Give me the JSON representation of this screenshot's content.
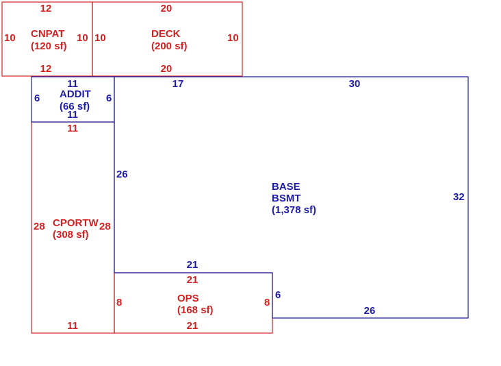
{
  "colors": {
    "red": "#d42020",
    "blue": "#1c1ca8"
  },
  "areas": {
    "cnpat": {
      "name": "CNPAT",
      "area": "(120 sf)"
    },
    "deck": {
      "name": "DECK",
      "area": "(200 sf)"
    },
    "addit": {
      "name": "ADDIT",
      "area": "(66 sf)"
    },
    "cportw": {
      "name": "CPORTW",
      "area": "(308 sf)"
    },
    "base": {
      "name": "BASE",
      "name2": "BSMT",
      "area": "(1,378 sf)"
    },
    "ops": {
      "name": "OPS",
      "area": "(168 sf)"
    }
  },
  "dims": {
    "cnpat_top": "12",
    "cnpat_bottom": "12",
    "cnpat_left": "10",
    "cnpat_right": "10",
    "deck_top": "20",
    "deck_bottom": "20",
    "deck_left": "10",
    "deck_right": "10",
    "addit_top": "11",
    "addit_bottom": "11",
    "addit_left": "6",
    "addit_right": "6",
    "cportw_top": "11",
    "cportw_bottom": "11",
    "cportw_left": "28",
    "cportw_right": "28",
    "base_top_a": "17",
    "base_top_b": "30",
    "base_left": "26",
    "base_right": "32",
    "base_inner": "21",
    "base_notch": "6",
    "base_bottom": "26",
    "ops_top": "21",
    "ops_bottom": "21",
    "ops_left": "8",
    "ops_right": "8"
  }
}
